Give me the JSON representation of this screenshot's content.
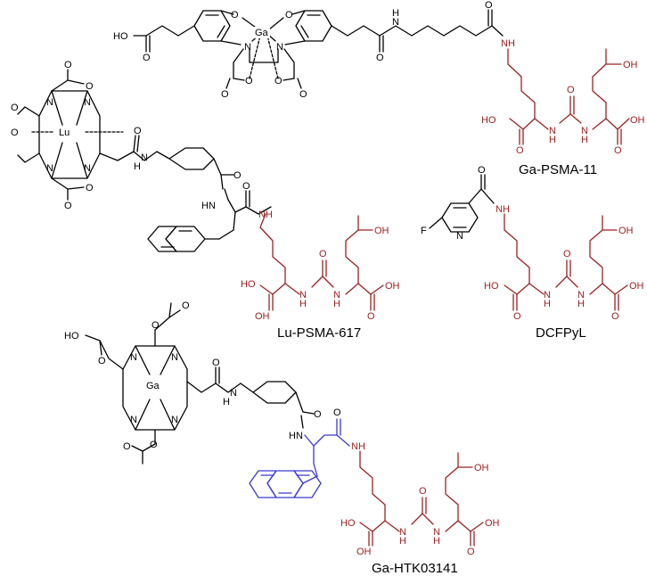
{
  "compounds": {
    "ga_psma_11": "Ga-PSMA-11",
    "lu_psma_617": "Lu-PSMA-617",
    "dcfpyl": "DCFPyL",
    "ga_htk03141": "Ga-HTK03141"
  },
  "atoms": {
    "ga": "Ga",
    "lu": "Lu",
    "n": "N",
    "o": "O",
    "f": "F",
    "nh": "NH",
    "hn": "HN",
    "oh": "OH",
    "ho": "HO",
    "h": "H"
  },
  "colors": {
    "linker_core": "#000000",
    "glu_urea_lys_motif": "#9b2222",
    "anthracene_motif": "#3a3acd"
  }
}
